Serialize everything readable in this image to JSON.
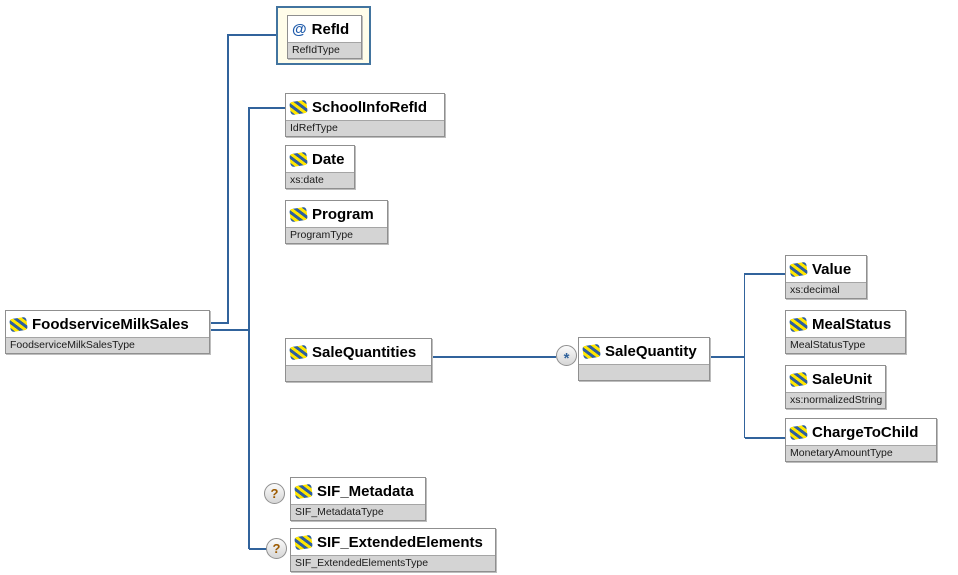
{
  "diagram": {
    "root": {
      "label": "FoodserviceMilkSales",
      "type": "FoodserviceMilkSalesType"
    },
    "nodes": {
      "refid": {
        "label": "RefId",
        "type": "RefIdType",
        "attribute_marker": "@"
      },
      "schoolinforefid": {
        "label": "SchoolInfoRefId",
        "type": "IdRefType"
      },
      "date": {
        "label": "Date",
        "type": "xs:date"
      },
      "program": {
        "label": "Program",
        "type": "ProgramType"
      },
      "salequantities": {
        "label": "SaleQuantities",
        "type": ""
      },
      "salequantity": {
        "label": "SaleQuantity",
        "type": ""
      },
      "value": {
        "label": "Value",
        "type": "xs:decimal"
      },
      "mealstatus": {
        "label": "MealStatus",
        "type": "MealStatusType"
      },
      "saleunit": {
        "label": "SaleUnit",
        "type": "xs:normalizedString"
      },
      "chargetochild": {
        "label": "ChargeToChild",
        "type": "MonetaryAmountType"
      },
      "sif_metadata": {
        "label": "SIF_Metadata",
        "type": "SIF_MetadataType"
      },
      "sif_extendedelements": {
        "label": "SIF_ExtendedElements",
        "type": "SIF_ExtendedElementsType"
      }
    },
    "badges": {
      "repeat": "*",
      "optional": "?"
    },
    "colors": {
      "connector": "#31639c",
      "selection_border": "#42749f",
      "selection_fill": "#fffdea",
      "node_border": "#8f8f8f",
      "type_bar_bg": "#d4d4d4",
      "icon_blue": "#2e5f9e",
      "icon_yellow": "#ffe600",
      "attribute_marker": "#1f5bab",
      "optional_badge": "#9c5a00",
      "repeat_badge": "#31639c"
    }
  }
}
